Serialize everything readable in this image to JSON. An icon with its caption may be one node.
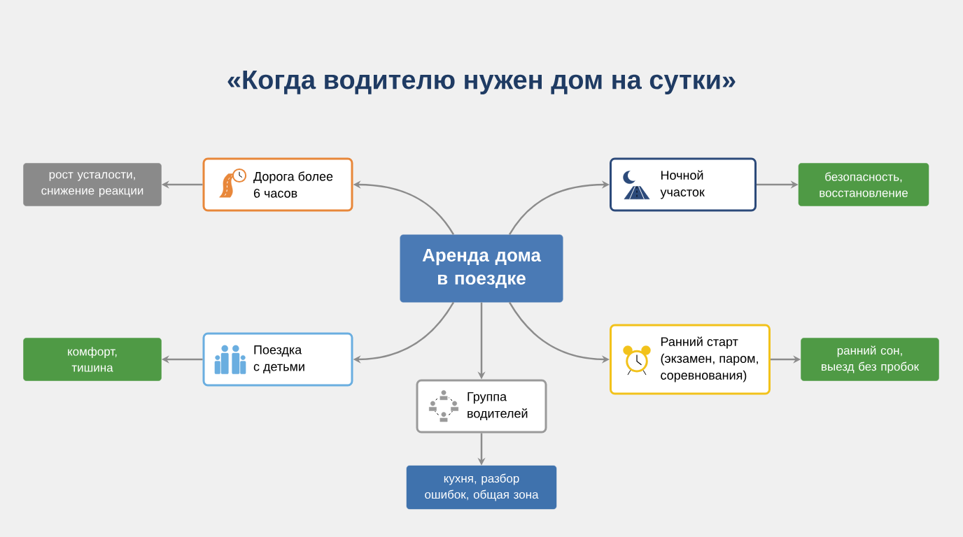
{
  "diagram": {
    "title": "«Когда водителю нужен дом на сутки»",
    "nodes": [
      {
        "text": [
          "Аренда дома в поездке"
        ]
      },
      {
        "text": [
          "Дорога более 6 часов"
        ]
      },
      {
        "text": [
          "Ночной участок"
        ]
      },
      {
        "text": [
          "Поездка с детьми"
        ]
      },
      {
        "text": [
          "Группа водителей"
        ]
      },
      {
        "text": [
          "Ранний старт (экзамен, паром, соревнования)"
        ]
      },
      {
        "text": [
          "рост усталости, снижение реакции"
        ]
      },
      {
        "text": [
          "безопасность, восстановление"
        ]
      },
      {
        "text": [
          "комфорт, тишина"
        ]
      },
      {
        "text": [
          "кухня, разбор ошибок, общая зона"
        ]
      },
      {
        "text": [
          "ранний сон, выезд без пробок"
        ]
      }
    ],
    "edges": [
      {
        "from": 0,
        "to": 1,
        "arrow": "to"
      },
      {
        "from": 0,
        "to": 2,
        "arrow": "to"
      },
      {
        "from": 0,
        "to": 3,
        "arrow": "to"
      },
      {
        "from": 0,
        "to": 4,
        "arrow": "to"
      },
      {
        "from": 0,
        "to": 5,
        "arrow": "to"
      },
      {
        "from": 1,
        "to": 6,
        "arrow": "to"
      },
      {
        "from": 2,
        "to": 7,
        "arrow": "to"
      },
      {
        "from": 3,
        "to": 8,
        "arrow": "to"
      },
      {
        "from": 4,
        "to": 9,
        "arrow": "to"
      },
      {
        "from": 5,
        "to": 10,
        "arrow": "to"
      }
    ]
  }
}
